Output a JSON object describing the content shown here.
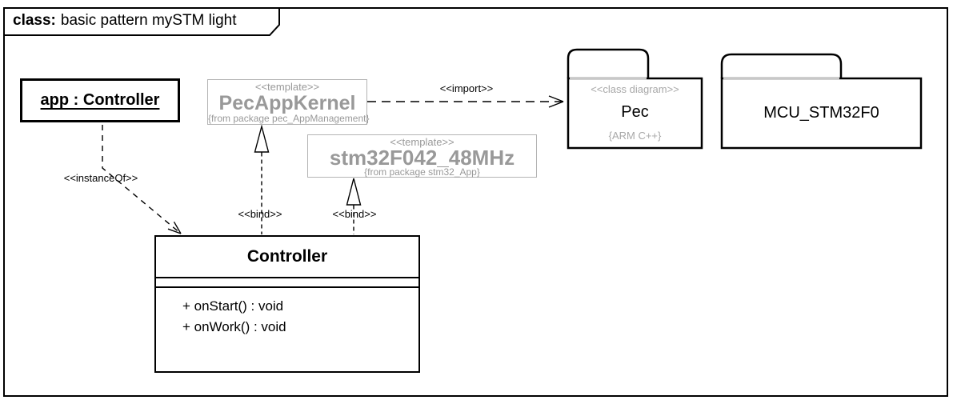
{
  "frame": {
    "title_keyword": "class:",
    "title_text": "basic pattern mySTM light"
  },
  "nodes": {
    "instance": {
      "label": "app : Controller"
    },
    "pec_app_kernel": {
      "stereotype": "<<template>>",
      "name": "PecAppKernel",
      "origin": "{from package pec_AppManagement}"
    },
    "stm32": {
      "stereotype": "<<template>>",
      "name": "stm32F042_48MHz",
      "origin": "{from package stm32_App}"
    },
    "controller": {
      "name": "Controller",
      "operations": [
        "+ onStart() : void",
        "+ onWork() : void"
      ]
    },
    "pec_package": {
      "stereotype": "<<class diagram>>",
      "name": "Pec",
      "tag": "{ARM C++}"
    },
    "mcu_package": {
      "name": "MCU_STM32F0"
    }
  },
  "edges": {
    "instance_of": {
      "label": "<<instanceOf>>"
    },
    "bind_left": {
      "label": "<<bind>>"
    },
    "bind_right": {
      "label": "<<bind>>"
    },
    "import": {
      "label": "<<import>>"
    }
  },
  "colors": {
    "template_text": "#999999",
    "template_border": "#b3b3b3",
    "package_stereotype_text": "#a8a8a8",
    "package_tab_divider": "#c8c8c8",
    "line_color": "#000000"
  }
}
